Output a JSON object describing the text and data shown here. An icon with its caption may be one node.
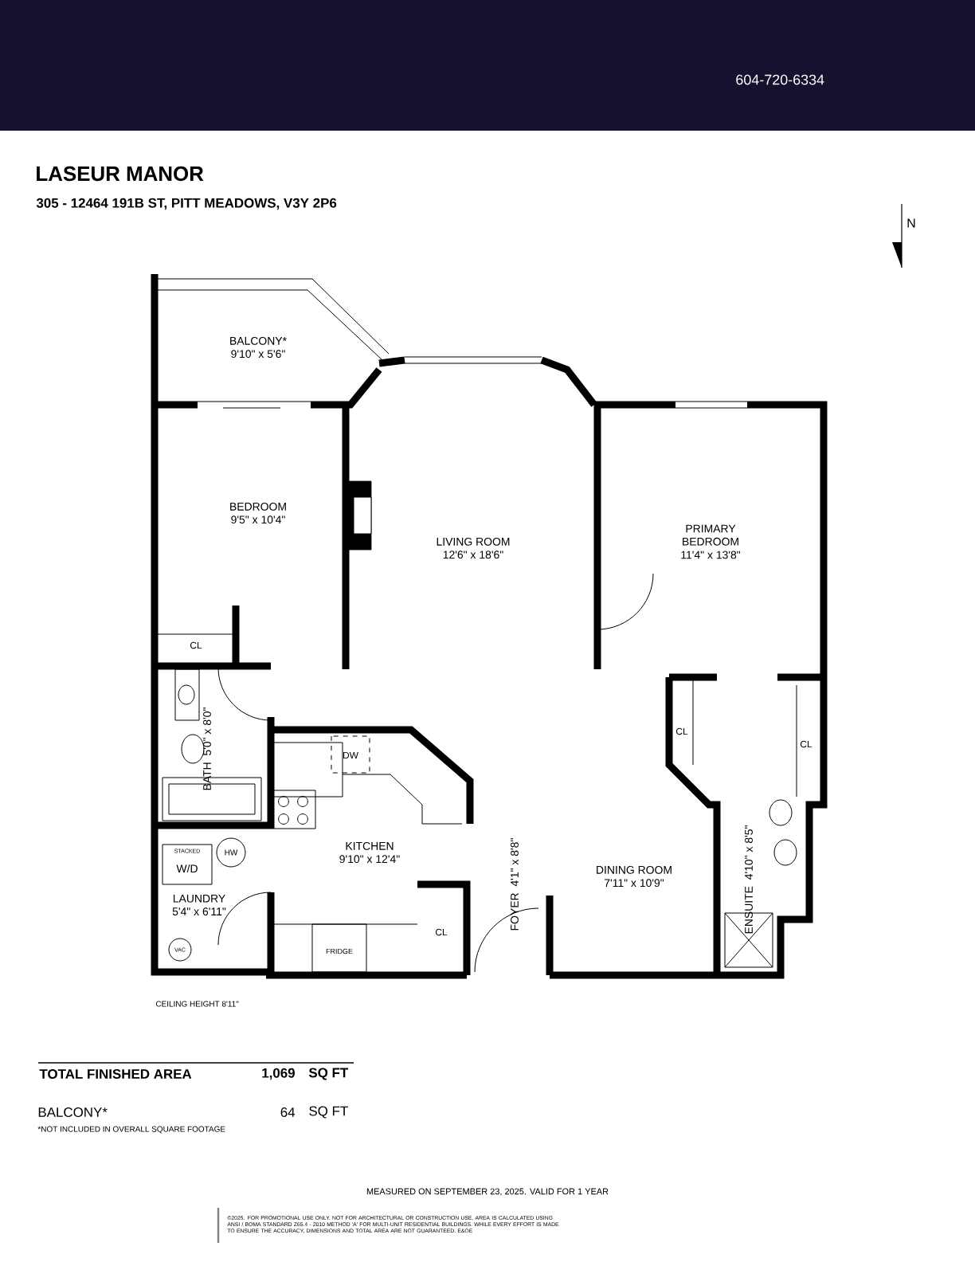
{
  "diagram": {
    "title": "LASEUR MANOR",
    "nodes": [
      {
        "text": [
          "BALCONY*",
          "9'10\" x 5'6\""
        ]
      },
      {
        "text": [
          "BEDROOM",
          "9'5\" x 10'4\""
        ]
      },
      {
        "text": [
          "LIVING ROOM",
          "12'6\" x 18'6\""
        ]
      },
      {
        "text": [
          "PRIMARY BEDROOM",
          "11'4\" x 13'8\""
        ]
      },
      {
        "text": [
          "BATH",
          "5'0\" x 8'0\""
        ]
      },
      {
        "text": [
          "KITCHEN",
          "9'10\" x 12'4\""
        ]
      },
      {
        "text": [
          "LAUNDRY",
          "5'4\" x 6'11\""
        ]
      },
      {
        "text": [
          "FOYER",
          "4'1\" x 8'8\""
        ]
      },
      {
        "text": [
          "DINING ROOM",
          "7'11\" x 10'9\""
        ]
      },
      {
        "text": [
          "ENSUITE",
          "4'10\" x 8'5\""
        ]
      }
    ],
    "edges": [],
    "labels": [
      "604-720-6334",
      "305 - 12464 191B ST, PITT MEADOWS, V3Y 2P6",
      "N",
      "CL",
      "DW",
      "STACKED",
      "W/D",
      "HW",
      "CL",
      "CL",
      "VAC",
      "FRIDGE",
      "CL",
      "CEILING HEIGHT 8'11\"",
      "TOTAL FINISHED AREA",
      "1,069",
      "SQ FT",
      "BALCONY*",
      "64",
      "SQ FT",
      "*NOT INCLUDED IN OVERALL SQUARE FOOTAGE",
      "MEASURED ON SEPTEMBER 23, 2025. VALID FOR 1 YEAR",
      "©2025. FOR PROMOTIONAL USE ONLY. NOT FOR ARCHITECTURAL OR CONSTRUCTION USE. AREA IS CALCULATED USING ANSI / BOMA STANDARD Z65.4 - 2010 METHOD 'A' FOR MULTI-UNIT RESIDENTIAL BUILDINGS. WHILE EVERY EFFORT IS MADE TO ENSURE THE ACCURACY, DIMENSIONS AND TOTAL AREA ARE NOT GUARANTEED. E&OE"
    ]
  }
}
